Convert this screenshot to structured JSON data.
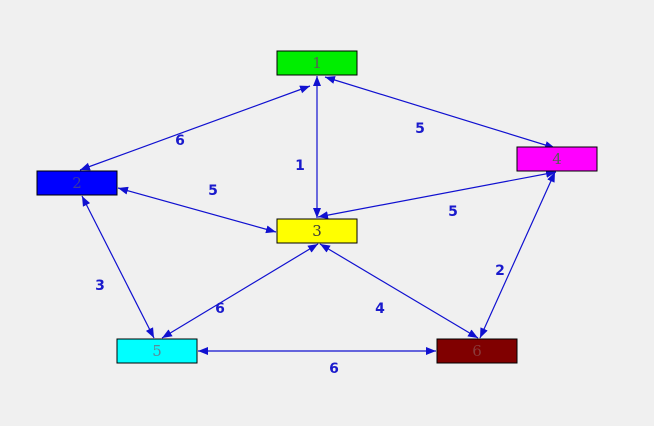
{
  "graph": {
    "edge_color": "#1010d0",
    "label_color": "#1a1acc",
    "nodes": [
      {
        "id": "1",
        "label": "1",
        "fill": "#00ee00",
        "text_color": "#5a5a5a"
      },
      {
        "id": "2",
        "label": "2",
        "fill": "#0000ff",
        "text_color": "#3a3aa0"
      },
      {
        "id": "3",
        "label": "3",
        "fill": "#ffff00",
        "text_color": "#3a3a3a"
      },
      {
        "id": "4",
        "label": "4",
        "fill": "#ff00ff",
        "text_color": "#5a5a5a"
      },
      {
        "id": "5",
        "label": "5",
        "fill": "#00ffff",
        "text_color": "#5a8a9a"
      },
      {
        "id": "6",
        "label": "6",
        "fill": "#800000",
        "text_color": "#8a3a3a"
      }
    ],
    "edges": [
      {
        "from": "1",
        "to": "2",
        "weight": "6"
      },
      {
        "from": "1",
        "to": "3",
        "weight": "1"
      },
      {
        "from": "1",
        "to": "4",
        "weight": "5"
      },
      {
        "from": "2",
        "to": "3",
        "weight": "5"
      },
      {
        "from": "2",
        "to": "5",
        "weight": "3"
      },
      {
        "from": "3",
        "to": "4",
        "weight": "5"
      },
      {
        "from": "3",
        "to": "5",
        "weight": "6"
      },
      {
        "from": "3",
        "to": "6",
        "weight": "4"
      },
      {
        "from": "4",
        "to": "6",
        "weight": "2"
      },
      {
        "from": "5",
        "to": "6",
        "weight": "6"
      }
    ]
  }
}
